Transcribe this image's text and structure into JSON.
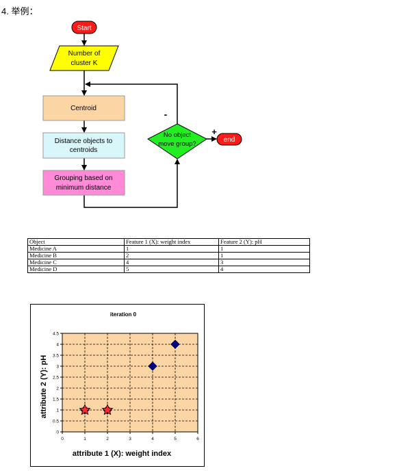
{
  "section_heading": "4. 举例：",
  "flowchart": {
    "start": "Start",
    "input": [
      "Number of",
      "cluster K"
    ],
    "centroid": "Centroid",
    "distance": [
      "Distance objects to",
      "centroids"
    ],
    "grouping": [
      "Grouping based on",
      "minimum distance"
    ],
    "decision": [
      "No object",
      "move group?"
    ],
    "end": "end",
    "minus": "-",
    "plus": "+"
  },
  "table": {
    "headers": [
      "Object",
      "Feature 1 (X): weight index",
      "Feature 2 (Y): pH"
    ],
    "rows": [
      [
        "Medicine A",
        "1",
        "1"
      ],
      [
        "Medicine B",
        "2",
        "1"
      ],
      [
        "Medicine C",
        "4",
        "3"
      ],
      [
        "Medicine D",
        "5",
        "4"
      ]
    ]
  },
  "chart_data": {
    "type": "scatter",
    "title": "iteration 0",
    "xlabel": "attribute 1 (X): weight index",
    "ylabel": "attribute 2 (Y): pH",
    "xlim": [
      0,
      6
    ],
    "ylim": [
      0,
      4.5
    ],
    "xticks": [
      "0",
      "1",
      "2",
      "3",
      "4",
      "5",
      "6"
    ],
    "yticks": [
      "0",
      "0.5",
      "1",
      "1.5",
      "2",
      "2.5",
      "3",
      "3.5",
      "4",
      "4.5"
    ],
    "grid": true,
    "background": "#fcd5a4",
    "points": [
      {
        "x": 1,
        "y": 1,
        "marker": "diamond"
      },
      {
        "x": 2,
        "y": 1,
        "marker": "diamond"
      },
      {
        "x": 4,
        "y": 3,
        "marker": "diamond"
      },
      {
        "x": 5,
        "y": 4,
        "marker": "diamond"
      }
    ],
    "centroids": [
      {
        "x": 1,
        "y": 1,
        "marker": "star"
      },
      {
        "x": 2,
        "y": 1,
        "marker": "star"
      }
    ],
    "colors": {
      "points": "#000080",
      "centroids": "#ff2a2a"
    }
  }
}
